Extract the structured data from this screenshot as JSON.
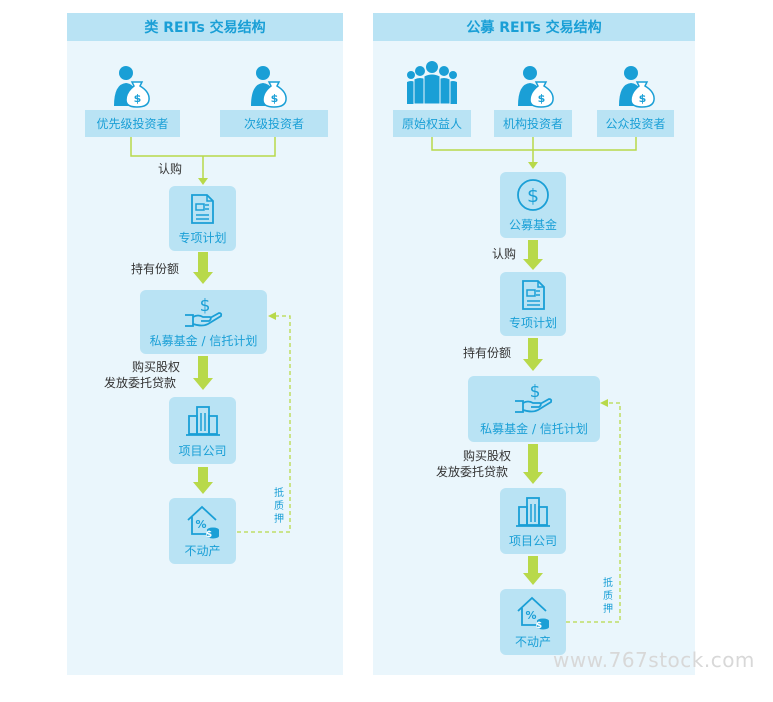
{
  "left": {
    "title": "类 REITs 交易结构",
    "investors": [
      "优先级投资者",
      "次级投资者"
    ],
    "subscribe_label": "认购",
    "special_plan": "专项计划",
    "hold_label": "持有份额",
    "private_fund": "私募基金 / 信托计划",
    "buy_label_1": "购买股权",
    "buy_label_2": "发放委托贷款",
    "project_company": "项目公司",
    "real_estate": "不动产",
    "pledge": [
      "抵",
      "质",
      "押"
    ]
  },
  "right": {
    "title": "公募 REITs 交易结构",
    "investors": [
      "原始权益人",
      "机构投资者",
      "公众投资者"
    ],
    "public_fund": "公募基金",
    "subscribe_label": "认购",
    "special_plan": "专项计划",
    "hold_label": "持有份额",
    "private_fund": "私募基金 / 信托计划",
    "buy_label_1": "购买股权",
    "buy_label_2": "发放委托贷款",
    "project_company": "项目公司",
    "real_estate": "不动产",
    "pledge": [
      "抵",
      "质",
      "押"
    ]
  },
  "watermark": "www.767stock.com",
  "colors": {
    "header_bg": "#b9e3f4",
    "panel_bg": "#eaf6fc",
    "accent": "#1a9fd6",
    "arrow": "#b8d94a"
  }
}
